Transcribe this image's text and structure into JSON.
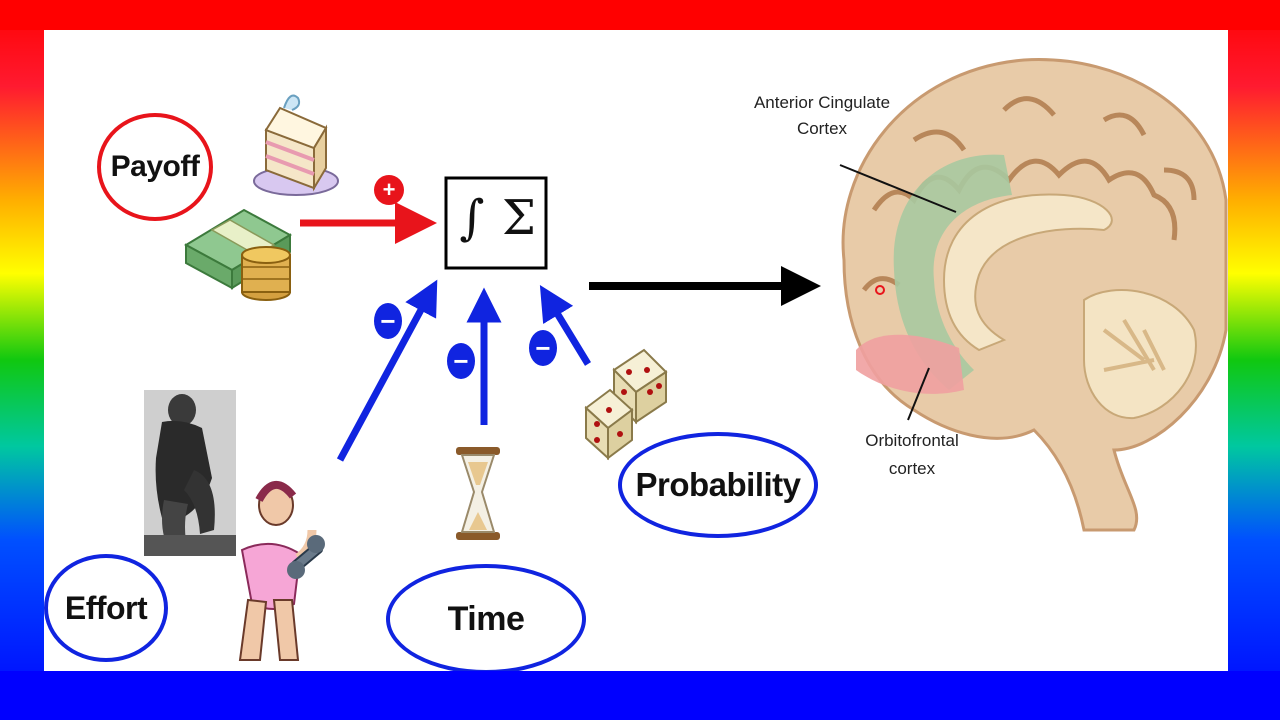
{
  "factors": {
    "payoff": "Payoff",
    "effort": "Effort",
    "time": "Time",
    "probability": "Probability"
  },
  "integrator": {
    "integral_symbol": "∫",
    "sum_symbol": "Σ"
  },
  "signs": {
    "payoff_sign": "+",
    "effort_sign": "−",
    "time_sign": "−",
    "probability_sign": "−"
  },
  "brain": {
    "acc_label_line1": "Anterior Cingulate",
    "acc_label_line2": "Cortex",
    "ofc_label_line1": "Orbitofrontal",
    "ofc_label_line2": "cortex"
  },
  "colors": {
    "payoff_accent": "#e8141b",
    "cost_accent": "#1024e0",
    "acc_region": "#a9c9a0",
    "ofc_region": "#f0a0a0"
  },
  "icons": [
    "cake-icon",
    "money-icon",
    "dice-icon",
    "hourglass-icon",
    "thinker-statue-icon",
    "dumbbell-woman-icon",
    "brain-illustration"
  ]
}
